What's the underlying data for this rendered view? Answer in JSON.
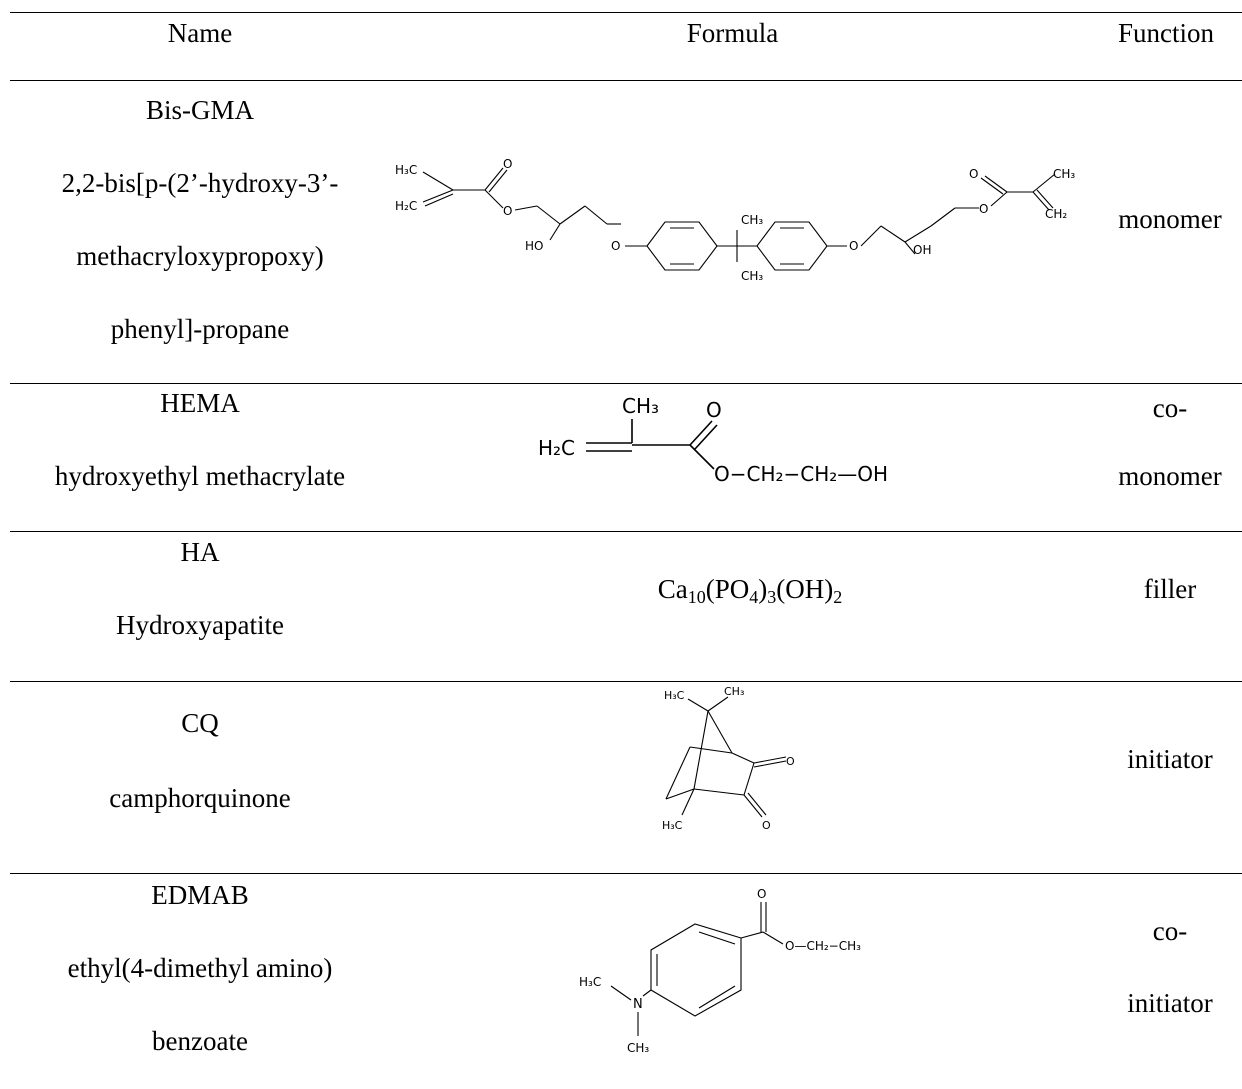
{
  "table": {
    "headers": {
      "name": "Name",
      "formula": "Formula",
      "function": "Function"
    },
    "rows": [
      {
        "name_lines": [
          "Bis-GMA",
          "2,2-bis[p-(2’-hydroxy-3’-",
          "methacryloxypropoxy)",
          "phenyl]-propane"
        ],
        "function_lines": [
          "monomer"
        ],
        "structure_labels": {
          "h3c": "H₃C",
          "h2c": "H₂C",
          "o": "O",
          "ho": "HO",
          "oh": "OH",
          "ch3": "CH₃",
          "ch2": "CH₂"
        }
      },
      {
        "name_lines": [
          "HEMA",
          "hydroxyethyl methacrylate"
        ],
        "function_lines": [
          "co-",
          "monomer"
        ],
        "structure_labels": {
          "ch3": "CH₃",
          "o": "O",
          "h2c": "H₂C",
          "chain": "O−CH₂−CH₂—OH"
        }
      },
      {
        "name_lines": [
          "HA",
          "Hydroxyapatite"
        ],
        "function_lines": [
          "filler"
        ],
        "formula": {
          "ca": "Ca",
          "ca_sub": "10",
          "po4": "(PO",
          "po4_sub": "4",
          "po4_close": ")",
          "po4_mult": "3",
          "oh": "(OH)",
          "oh_sub": "2"
        }
      },
      {
        "name_lines": [
          "CQ",
          "camphorquinone"
        ],
        "function_lines": [
          "initiator"
        ],
        "structure_labels": {
          "h3c_top": "H₃C",
          "ch3_top": "CH₃",
          "o1": "O",
          "o2": "O",
          "h3c_bottom": "H₃C"
        }
      },
      {
        "name_lines": [
          "EDMAB",
          "ethyl(4-dimethyl amino)",
          "benzoate"
        ],
        "function_lines": [
          "co-",
          "initiator"
        ],
        "structure_labels": {
          "o_top": "O",
          "chain": "O—CH₂−CH₃",
          "h3c": "H₃C",
          "n": "N",
          "ch3": "CH₃"
        }
      }
    ]
  }
}
